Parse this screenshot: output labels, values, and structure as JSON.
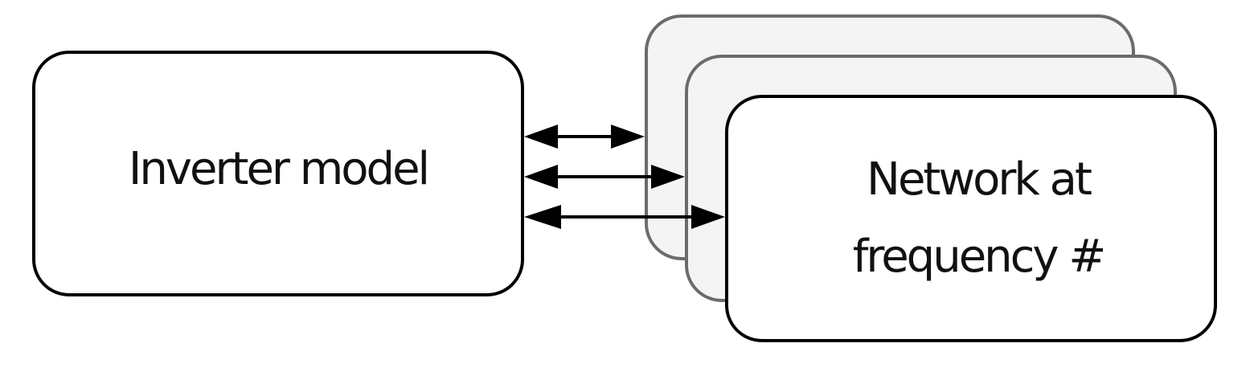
{
  "inverter": {
    "label": "Inverter model"
  },
  "network": {
    "label_line1": "Network at",
    "label_line2": "frequency #",
    "stack_count": 3
  },
  "colors": {
    "stroke": "#000000",
    "stack_stroke": "#6b6b6b",
    "stack_fill": "#f4f4f4",
    "background": "#ffffff"
  },
  "connections": [
    {
      "from": "inverter-model",
      "to": "network-frequency-1",
      "type": "bidirectional"
    },
    {
      "from": "inverter-model",
      "to": "network-frequency-2",
      "type": "bidirectional"
    },
    {
      "from": "inverter-model",
      "to": "network-frequency-3",
      "type": "bidirectional"
    }
  ]
}
